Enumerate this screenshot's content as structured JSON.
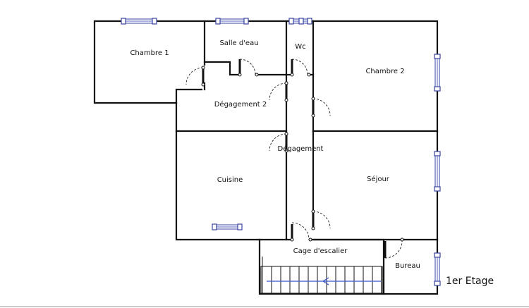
{
  "floor_label": "1er Etage",
  "rooms": {
    "chambre_1": "Chambre 1",
    "salle_deau": "Salle d'eau",
    "wc": "Wc",
    "chambre_2": "Chambre 2",
    "degagement_2": "Dégagement 2",
    "degagement": "Dégagement",
    "cuisine": "Cuisine",
    "sejour": "Séjour",
    "cage_descalier": "Cage d'escalier",
    "bureau": "Bureau"
  }
}
